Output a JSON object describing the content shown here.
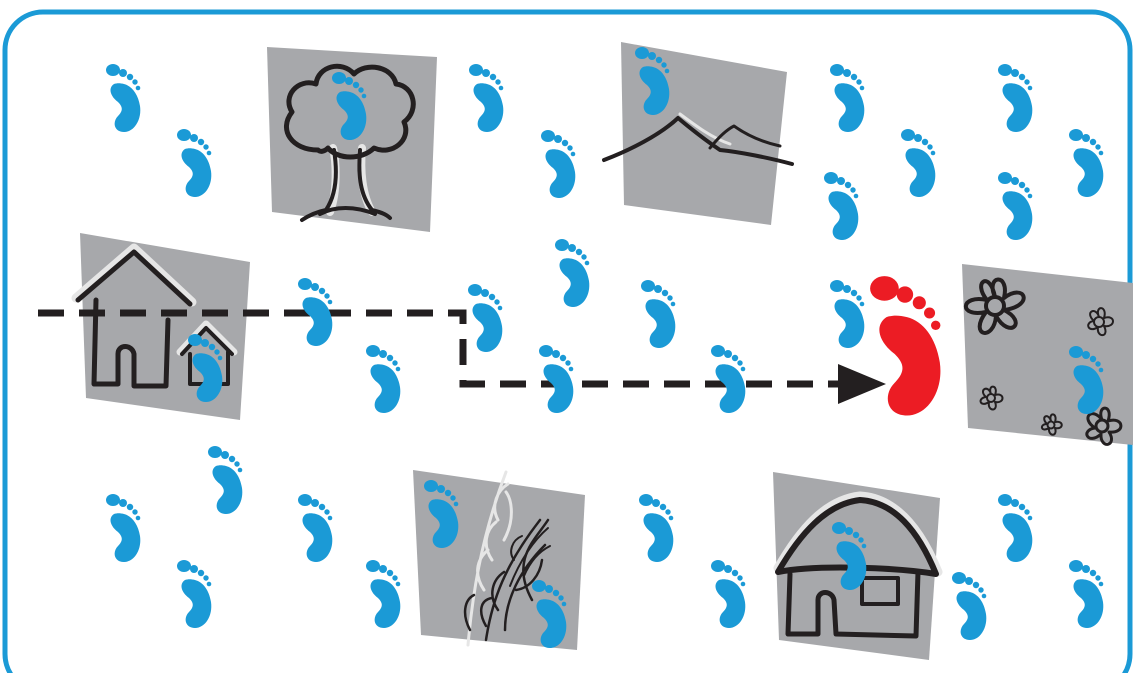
{
  "colors": {
    "frame": "#1b9ad6",
    "footprint": "#1b9ad6",
    "target_footprint": "#ec1c24",
    "tile": "#a7a8ab",
    "path": "#231f20"
  },
  "tiles": [
    {
      "name": "tree-tile",
      "icon": "tree-icon"
    },
    {
      "name": "mountain-tile",
      "icon": "mountain-icon"
    },
    {
      "name": "start-houses-tile",
      "icon": "houses-icon"
    },
    {
      "name": "flowers-tile",
      "icon": "flowers-icon"
    },
    {
      "name": "wheat-tile",
      "icon": "wheat-icon"
    },
    {
      "name": "house-tile",
      "icon": "house-icon"
    }
  ],
  "path": {
    "style": "dashed",
    "direction": "right",
    "end": "red-footprint"
  },
  "footprint_icon": "footprint-icon",
  "target_icon": "red-footprint-icon"
}
